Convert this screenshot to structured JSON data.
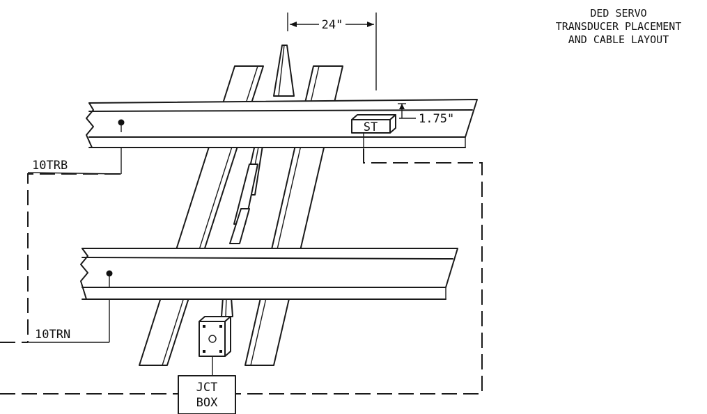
{
  "title": {
    "line1": "DED SERVO",
    "line2": "TRANSDUCER PLACEMENT",
    "line3": "AND CABLE LAYOUT"
  },
  "dimensions": {
    "spacing": "24\"",
    "height": "1.75\""
  },
  "labels": {
    "servo_transducer": "ST",
    "upper_transducer": "10TRB",
    "lower_transducer": "10TRN",
    "junction_box_line1": "JCT",
    "junction_box_line2": "BOX"
  }
}
